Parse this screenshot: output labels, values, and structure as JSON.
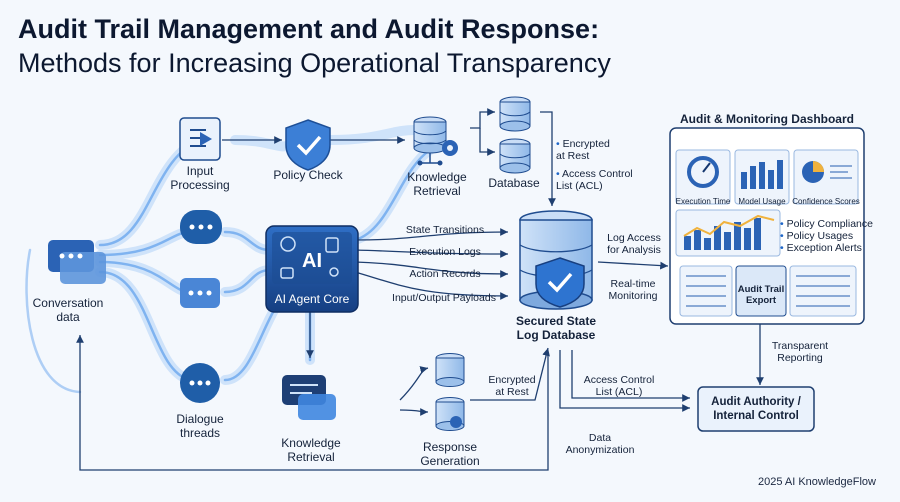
{
  "title": {
    "line1": "Audit Trail Management and Audit Response:",
    "line2": "Methods for Increasing Operational Transparency"
  },
  "nodes": {
    "conversation": "Conversation\ndata",
    "input": "Input\nProcessing",
    "policy": "Policy Check",
    "knowledge_top": "Knowledge\nRetrieval",
    "database": "Database",
    "core_ai": "AI",
    "core": "AI Agent Core",
    "dialogue": "Dialogue\nthreads",
    "knowledge_bottom": "Knowledge\nRetrieval",
    "response": "Response\nGeneration",
    "secured": "Secured State\nLog Database",
    "authority": "Audit Authority /\nInternal Control"
  },
  "db_notes": [
    "Encrypted\nat Rest",
    "Access Control\nList (ACL)"
  ],
  "log_streams": [
    "State Transitions",
    "Execution Logs",
    "Action Records",
    "Input/Output Payloads"
  ],
  "flows": {
    "log_access": "Log Access\nfor Analysis",
    "realtime": "Real-time\nMonitoring",
    "encrypted_rest": "Encrypted\nat Rest",
    "acl": "Access Control\nList (ACL)",
    "anonymization": "Data\nAnonymization",
    "transparent": "Transparent\nReporting"
  },
  "dashboard": {
    "title": "Audit & Monitoring Dashboard",
    "tiles": [
      "Execution Time",
      "Model Usage",
      "Confidence Scores"
    ],
    "bullets": [
      "Policy Compliance",
      "Policy Usages",
      "Exception Alerts"
    ],
    "export": "Audit Trail\nExport"
  },
  "footer": "2025 AI KnowledgeFlow",
  "colors": {
    "accent": "#1e66c8",
    "dark": "#14366e",
    "glow": "#9cc6f7"
  }
}
